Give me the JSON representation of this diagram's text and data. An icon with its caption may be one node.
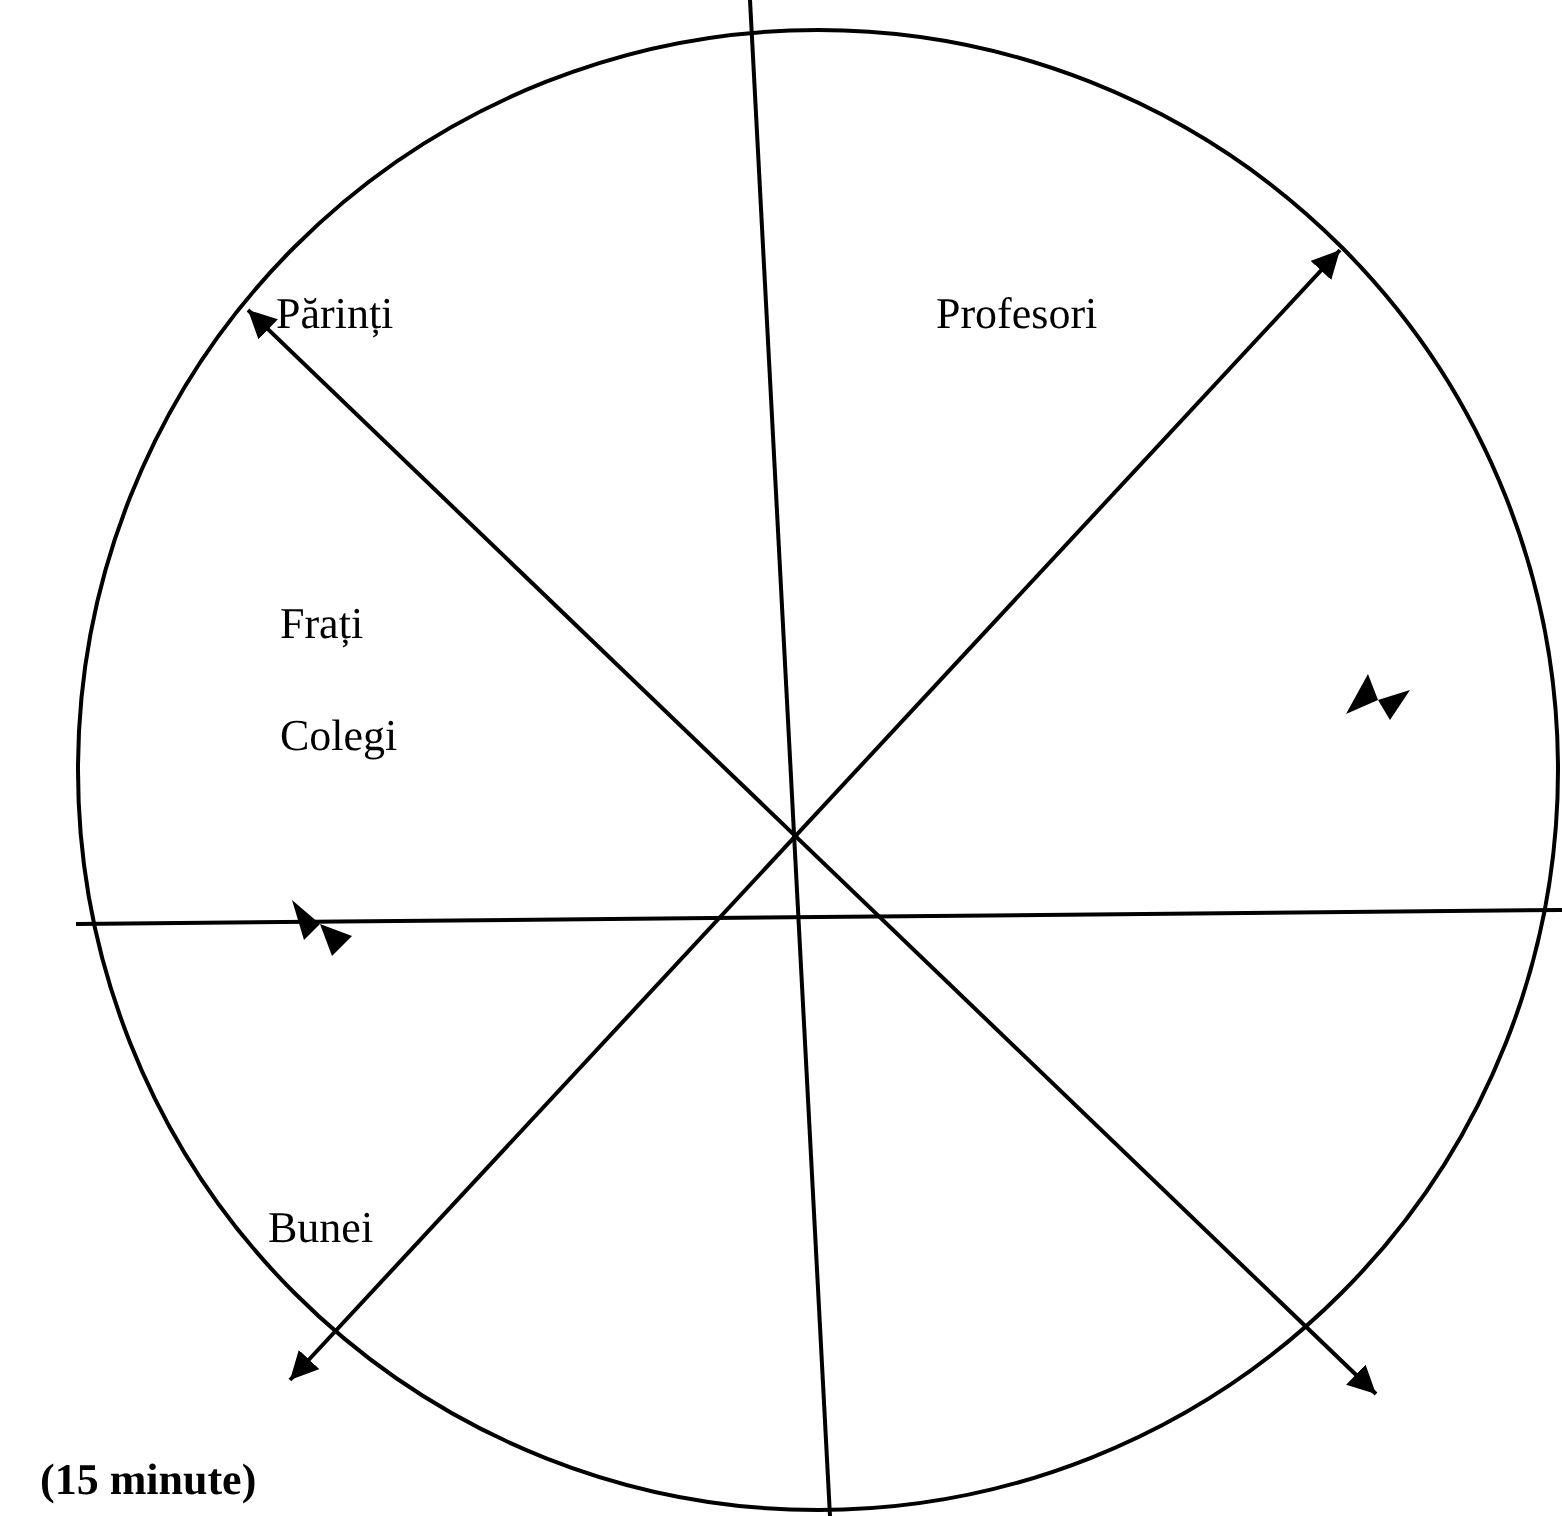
{
  "diagram": {
    "nodes": [
      {
        "text": [],
        "shape": "circle"
      },
      {
        "text": [
          "Părinți"
        ],
        "in": 0
      },
      {
        "text": [
          "Profesori"
        ],
        "in": 0
      },
      {
        "text": [
          "Frați"
        ],
        "in": 0
      },
      {
        "text": [
          "Colegi"
        ],
        "in": 0
      },
      {
        "text": [
          "Bunei"
        ],
        "in": 0
      }
    ],
    "edges": [
      {
        "from": null,
        "to": 1,
        "arrow": "both"
      },
      {
        "from": null,
        "to": 5,
        "arrow": "both"
      }
    ],
    "labels": [
      "(15 minute)"
    ]
  }
}
